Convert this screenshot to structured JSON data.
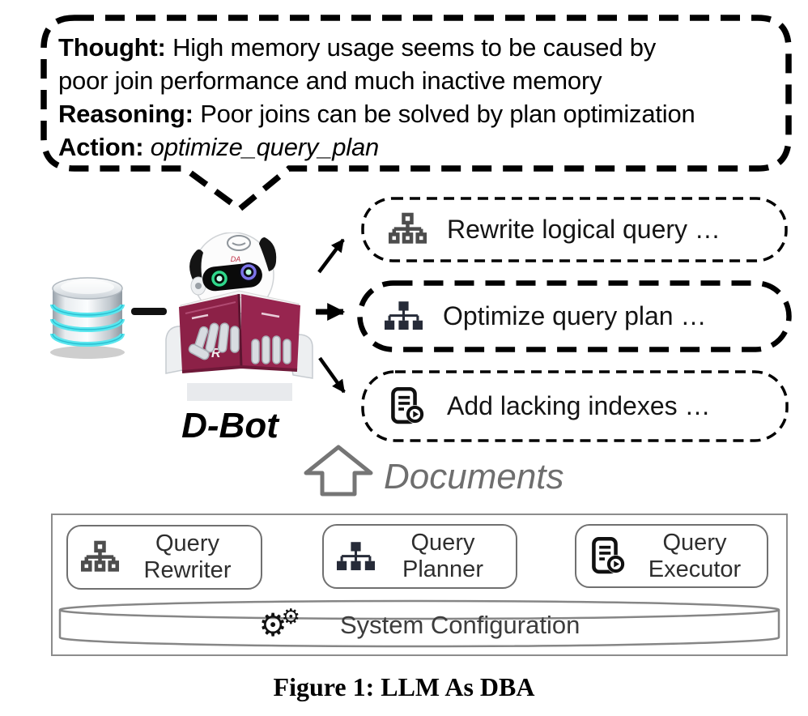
{
  "figure_caption": "Figure 1: LLM As DBA",
  "speech_bubble": {
    "lines": [
      {
        "bold": "Thought:",
        "text": " High memory usage seems to be caused by"
      },
      {
        "bold": "",
        "text": "poor join performance and much inactive memory"
      },
      {
        "bold": "Reasoning:",
        "text": " Poor joins can be solved by plan optimization"
      },
      {
        "bold": "Action:",
        "text": " optimize_query_plan"
      }
    ]
  },
  "dbot": {
    "label": "D-Bot"
  },
  "action_options": [
    {
      "label": "Rewrite logical query …",
      "icon": "sitemap-outline-icon",
      "emphasized": false
    },
    {
      "label": "Optimize query plan …",
      "icon": "sitemap-filled-icon",
      "emphasized": true
    },
    {
      "label": "Add lacking indexes …",
      "icon": "document-play-icon",
      "emphasized": false
    }
  ],
  "documents": {
    "label": "Documents"
  },
  "pipeline": {
    "components": [
      {
        "line1": "Query",
        "line2": "Rewriter",
        "icon": "sitemap-outline-icon"
      },
      {
        "line1": "Query",
        "line2": "Planner",
        "icon": "sitemap-filled-icon"
      },
      {
        "line1": "Query",
        "line2": "Executor",
        "icon": "document-play-icon"
      }
    ],
    "system_configuration": {
      "label": "System Configuration",
      "icon": "gears-icon"
    }
  },
  "icons": {
    "gear_glyph": "⚙"
  },
  "colors": {
    "bubble_border": "#000000",
    "emphasized_border": "#000000",
    "gray_accent": "#6e6e6e",
    "panel_border": "#8c8c8c",
    "icon_dark_fill": "#262b38",
    "icon_gray_stroke": "#4d4d4d",
    "book_maroon": "#8c2147",
    "db_cyan": "#5ae6ee"
  }
}
